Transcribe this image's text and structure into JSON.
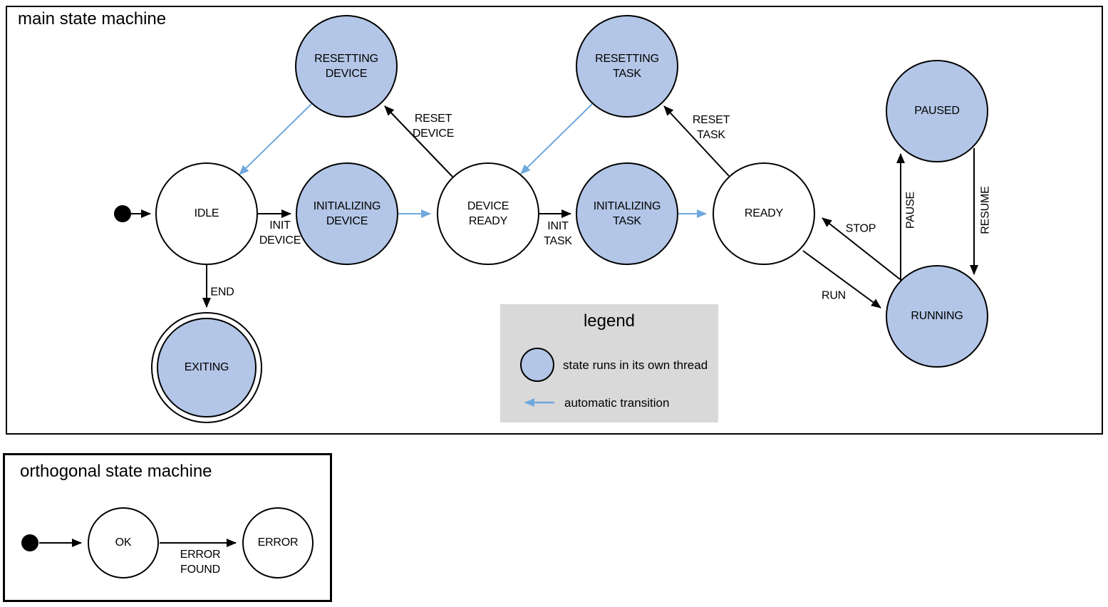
{
  "main": {
    "title": "main state machine",
    "states": {
      "idle": "IDLE",
      "initializing_device": "INITIALIZING\nDEVICE",
      "device_ready": "DEVICE\nREADY",
      "initializing_task": "INITIALIZING\nTASK",
      "ready": "READY",
      "resetting_device": "RESETTING\nDEVICE",
      "resetting_task": "RESETTING\nTASK",
      "paused": "PAUSED",
      "running": "RUNNING",
      "exiting": "EXITING"
    },
    "transitions": {
      "init_device": "INIT\nDEVICE",
      "init_task": "INIT\nTASK",
      "reset_device": "RESET\nDEVICE",
      "reset_task": "RESET\nTASK",
      "end": "END",
      "run": "RUN",
      "stop": "STOP",
      "pause": "PAUSE",
      "resume": "RESUME"
    }
  },
  "orthogonal": {
    "title": "orthogonal state machine",
    "states": {
      "ok": "OK",
      "error": "ERROR"
    },
    "transitions": {
      "error_found": "ERROR\nFOUND"
    }
  },
  "legend": {
    "title": "legend",
    "items": [
      {
        "label": "state runs in its own thread"
      },
      {
        "label": "automatic transition"
      }
    ]
  },
  "colors": {
    "threaded_state_fill": "#b3c6e7",
    "automatic_transition_arrow": "#6fa8dc",
    "normal_transition_arrow": "#000000",
    "legend_background": "#d9d9d9"
  }
}
